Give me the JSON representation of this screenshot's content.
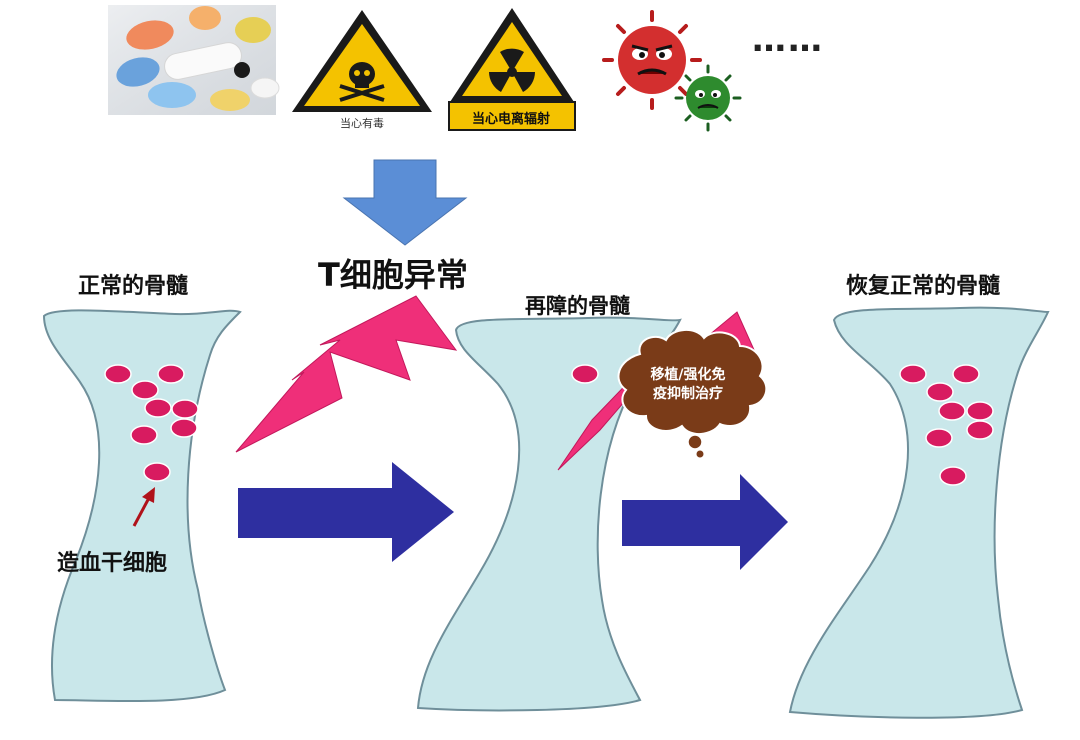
{
  "labels": {
    "normal_marrow": "正常的骨髓",
    "t_cell_abnormal": "T细胞异常",
    "aplastic_marrow": "再障的骨髓",
    "recovered_marrow": "恢复正常的骨髓",
    "stem_cell": "造血干细胞",
    "poison_sign": "当心有毒",
    "radiation_sign": "当心电离辐射",
    "ellipsis": "……",
    "treatment_line1": "移植/强化免",
    "treatment_line2": "疫抑制治疗"
  },
  "icons": {
    "pills": "pills-icon",
    "poison": "poison-warning-icon",
    "radiation": "radiation-warning-icon",
    "virus": "virus-icon"
  },
  "colors": {
    "bone_fill": "#c9e7ea",
    "bone_stroke": "#6f8f9a",
    "cell": "#d81b60",
    "cell_stroke": "#ffffff",
    "bolt": "#ef2f79",
    "arrow_blue": "#2e2fa0",
    "arrow_down": "#5b8ed6",
    "warning_yellow": "#f4c200",
    "cloud": "#7a3b18",
    "stem_arrow": "#b0121a",
    "virus_red": "#d32f2f",
    "virus_green": "#2e8b2e"
  }
}
